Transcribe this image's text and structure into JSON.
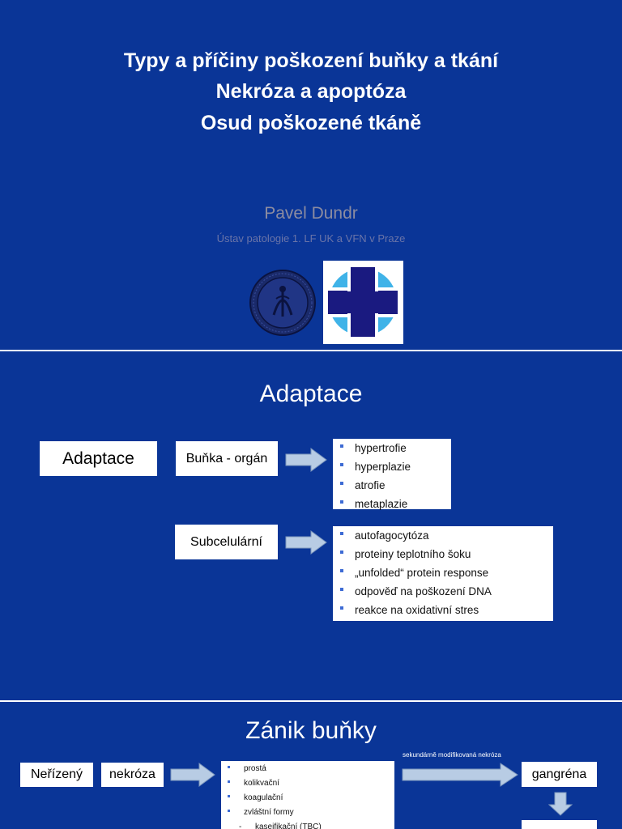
{
  "slide1": {
    "title_lines": [
      "Typy a příčiny poškození buňky a tkání",
      "Nekróza a apoptóza",
      "Osud poškozené tkáně"
    ],
    "author": "Pavel Dundr",
    "institution": "Ústav patologie 1. LF UK a VFN v Praze",
    "colors": {
      "background": "#0a3597",
      "logo_dark": "#1a1a80",
      "logo_light": "#3fb3e8"
    }
  },
  "slide2": {
    "title": "Adaptace",
    "main_box": "Adaptace",
    "cell_organ_box": "Buňka - orgán",
    "cell_organ_items": [
      "hypertrofie",
      "hyperplazie",
      "atrofie",
      "metaplazie"
    ],
    "subcellular_box": "Subcelulární",
    "subcellular_items": [
      "autofagocytóza",
      "proteiny teplotního šoku",
      "„unfolded“ protein response",
      "odpověď na poškození DNA",
      "reakce na oxidativní stres"
    ]
  },
  "slide3": {
    "title": "Zánik buňky",
    "uncontrolled_box": "Neřízený",
    "necrosis_box": "nekróza",
    "necrosis_items": [
      "prostá",
      "kolikvační",
      "koagulační",
      "zvláštní formy"
    ],
    "necrosis_sub_items": [
      "kaseifikační (TBC)"
    ],
    "note": "sekundárně modifikovaná nekróza",
    "gangrene_box": "gangréna"
  }
}
